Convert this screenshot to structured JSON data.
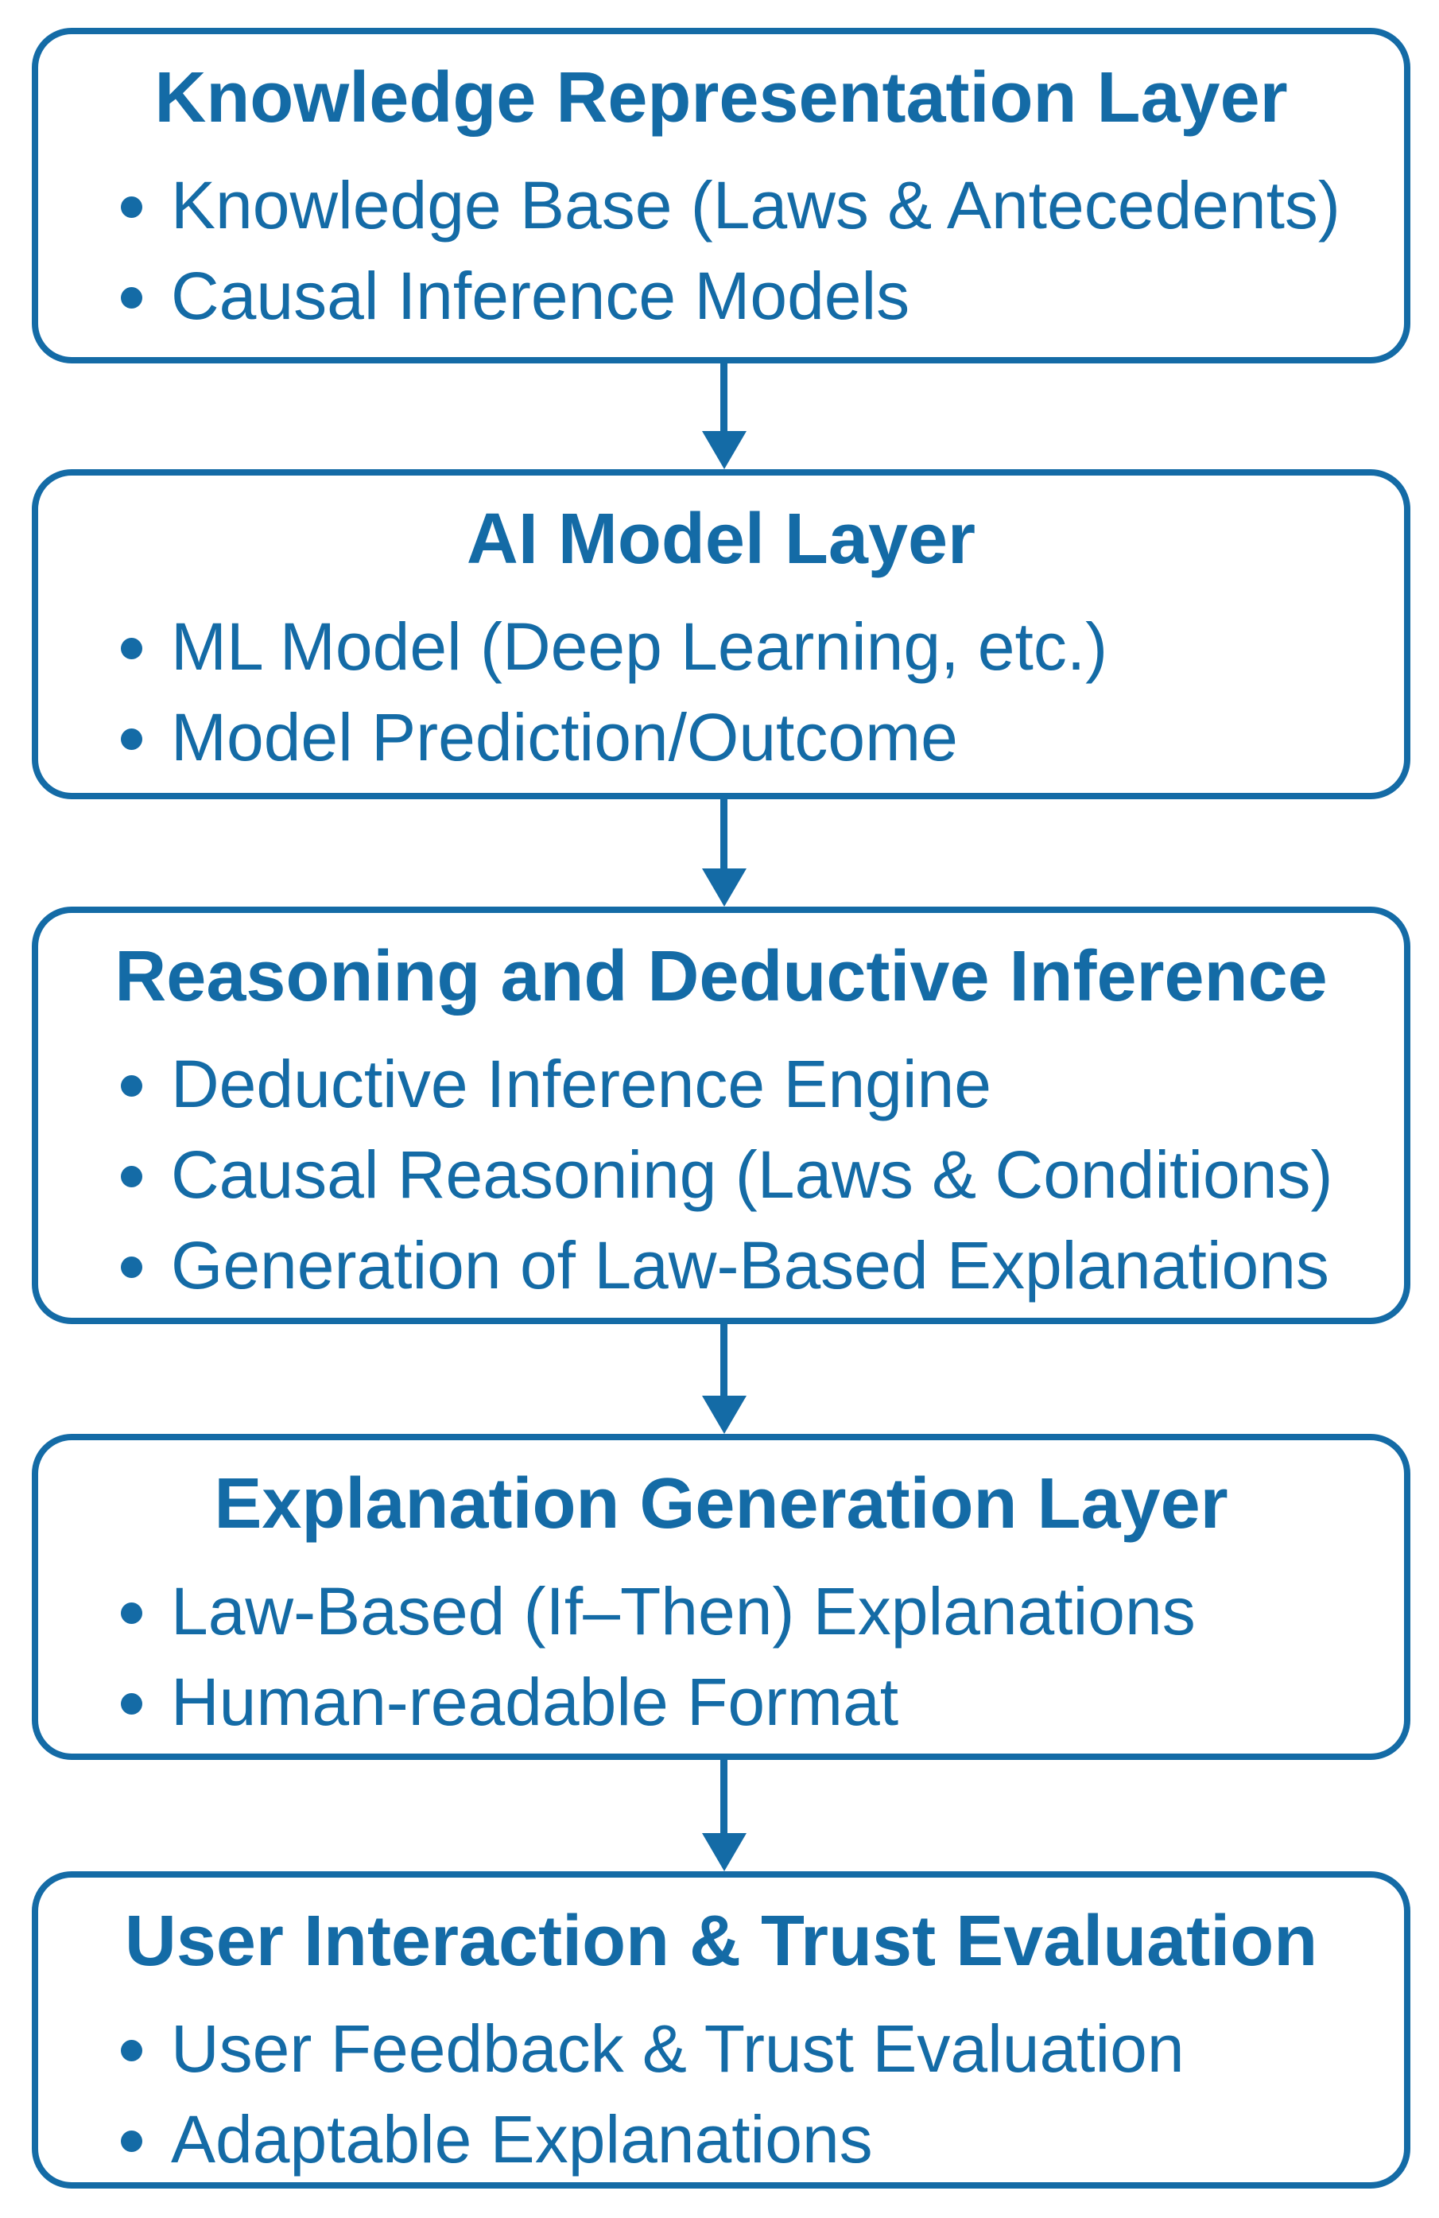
{
  "diagram": {
    "accent_color": "#146BA6",
    "background_color": "#FFFFFF",
    "boxes": [
      {
        "title": "Knowledge Representation Layer",
        "bullets": [
          "Knowledge Base (Laws & Antecedents)",
          "Causal Inference Models"
        ]
      },
      {
        "title": "AI Model Layer",
        "bullets": [
          "ML Model (Deep Learning, etc.)",
          "Model Prediction/Outcome"
        ]
      },
      {
        "title": "Reasoning and Deductive Inference",
        "bullets": [
          "Deductive Inference Engine",
          "Causal Reasoning (Laws & Conditions)",
          "Generation of Law-Based Explanations"
        ]
      },
      {
        "title": "Explanation Generation Layer",
        "bullets": [
          "Law-Based (If–Then) Explanations",
          "Human-readable Format"
        ]
      },
      {
        "title": "User Interaction & Trust Evaluation",
        "bullets": [
          "User Feedback & Trust Evaluation",
          "Adaptable Explanations"
        ]
      }
    ]
  }
}
